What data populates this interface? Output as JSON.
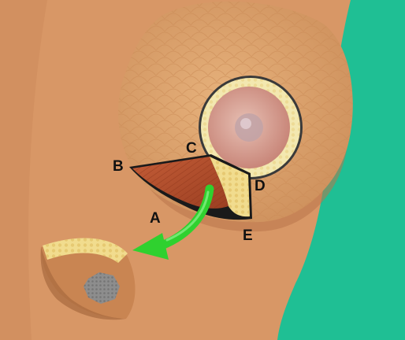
{
  "labels": {
    "a": "A",
    "b": "B",
    "c": "C",
    "d": "D",
    "e": "E"
  },
  "colors": {
    "background": "#1fbf94",
    "skin": "#d89766",
    "skin_shadow": "#c57f52",
    "breast_tissue": "#e0a871",
    "areola_ring": "#f2e6a8",
    "nipple": "#d9a393",
    "muscle": "#b9502e",
    "fat": "#f1dc8e",
    "arrow": "#2fd12f",
    "tumor": "#8d8d8d"
  }
}
